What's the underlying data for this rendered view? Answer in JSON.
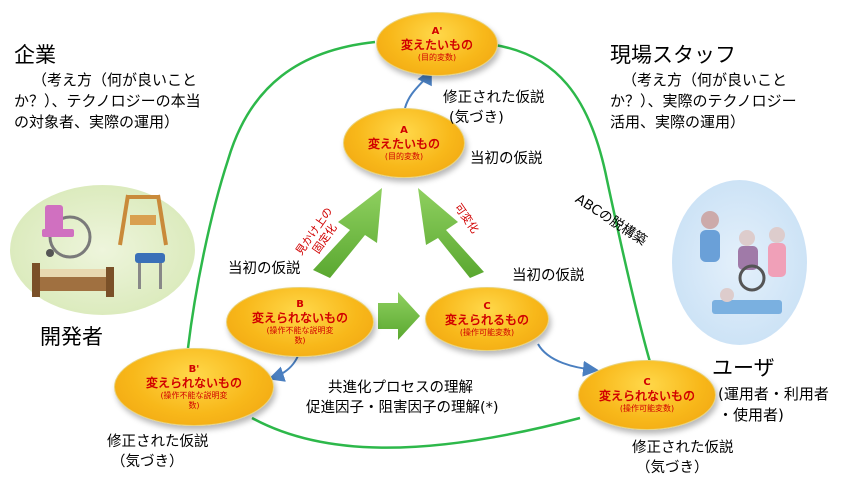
{
  "left_stakeholder": {
    "title": "企業",
    "desc": [
      "（考え方（何が良いこと",
      "か？）、テクノロジーの本当",
      "の対象者、実際の運用）"
    ],
    "role": "開発者"
  },
  "right_stakeholder": {
    "title": "現場スタッフ",
    "desc": [
      "（考え方（何が良いこと",
      "か？）、実際のテクノロジー",
      "活用、実際の運用）"
    ],
    "role": "ユーザ",
    "role_desc": [
      "(運用者・利用者",
      "・使用者)"
    ]
  },
  "nodes": {
    "a_prime": {
      "code": "A'",
      "title": "変えたいもの",
      "sub": "(目的変数)"
    },
    "a": {
      "code": "A",
      "title": "変えたいもの",
      "sub": "(目的変数)"
    },
    "b": {
      "code": "B",
      "title": "変えられないもの",
      "sub": "(操作不能な説明変",
      "sub2": "数)"
    },
    "c": {
      "code": "C",
      "title": "変えられるもの",
      "sub": "(操作可能変数)"
    },
    "b_prime": {
      "code": "B'",
      "title": "変えられないもの",
      "sub": "(操作不能な説明変",
      "sub2": "数)"
    },
    "c_prime": {
      "code": "C",
      "title": "変えられないもの",
      "sub": "(操作可能変数)"
    }
  },
  "labels": {
    "revised_top": [
      "修正された仮説",
      "(気づき)"
    ],
    "initial_a": "当初の仮説",
    "initial_b": "当初の仮説",
    "initial_c": "当初の仮説",
    "revised_left": [
      "修正された仮説",
      "（気づき）"
    ],
    "revised_right": [
      "修正された仮説",
      "（気づき）"
    ],
    "apparent_fix": [
      "見かけ上の",
      "固定化"
    ],
    "variable": "可変化",
    "deconstruct": "ABCの脱構築",
    "center": [
      "共進化プロセスの理解",
      "促進因子・阻害因子の理解(*)"
    ]
  },
  "icons": {
    "left_group": "medical-equipment-illustrations",
    "right_group": "caregivers-and-wheelchair-users-illustration"
  },
  "colors": {
    "cycle_line": "#2db84a",
    "triangle_arrow": "#6fbf40",
    "blue_arrow": "#4a7fc0",
    "node_text": "#d10000"
  }
}
